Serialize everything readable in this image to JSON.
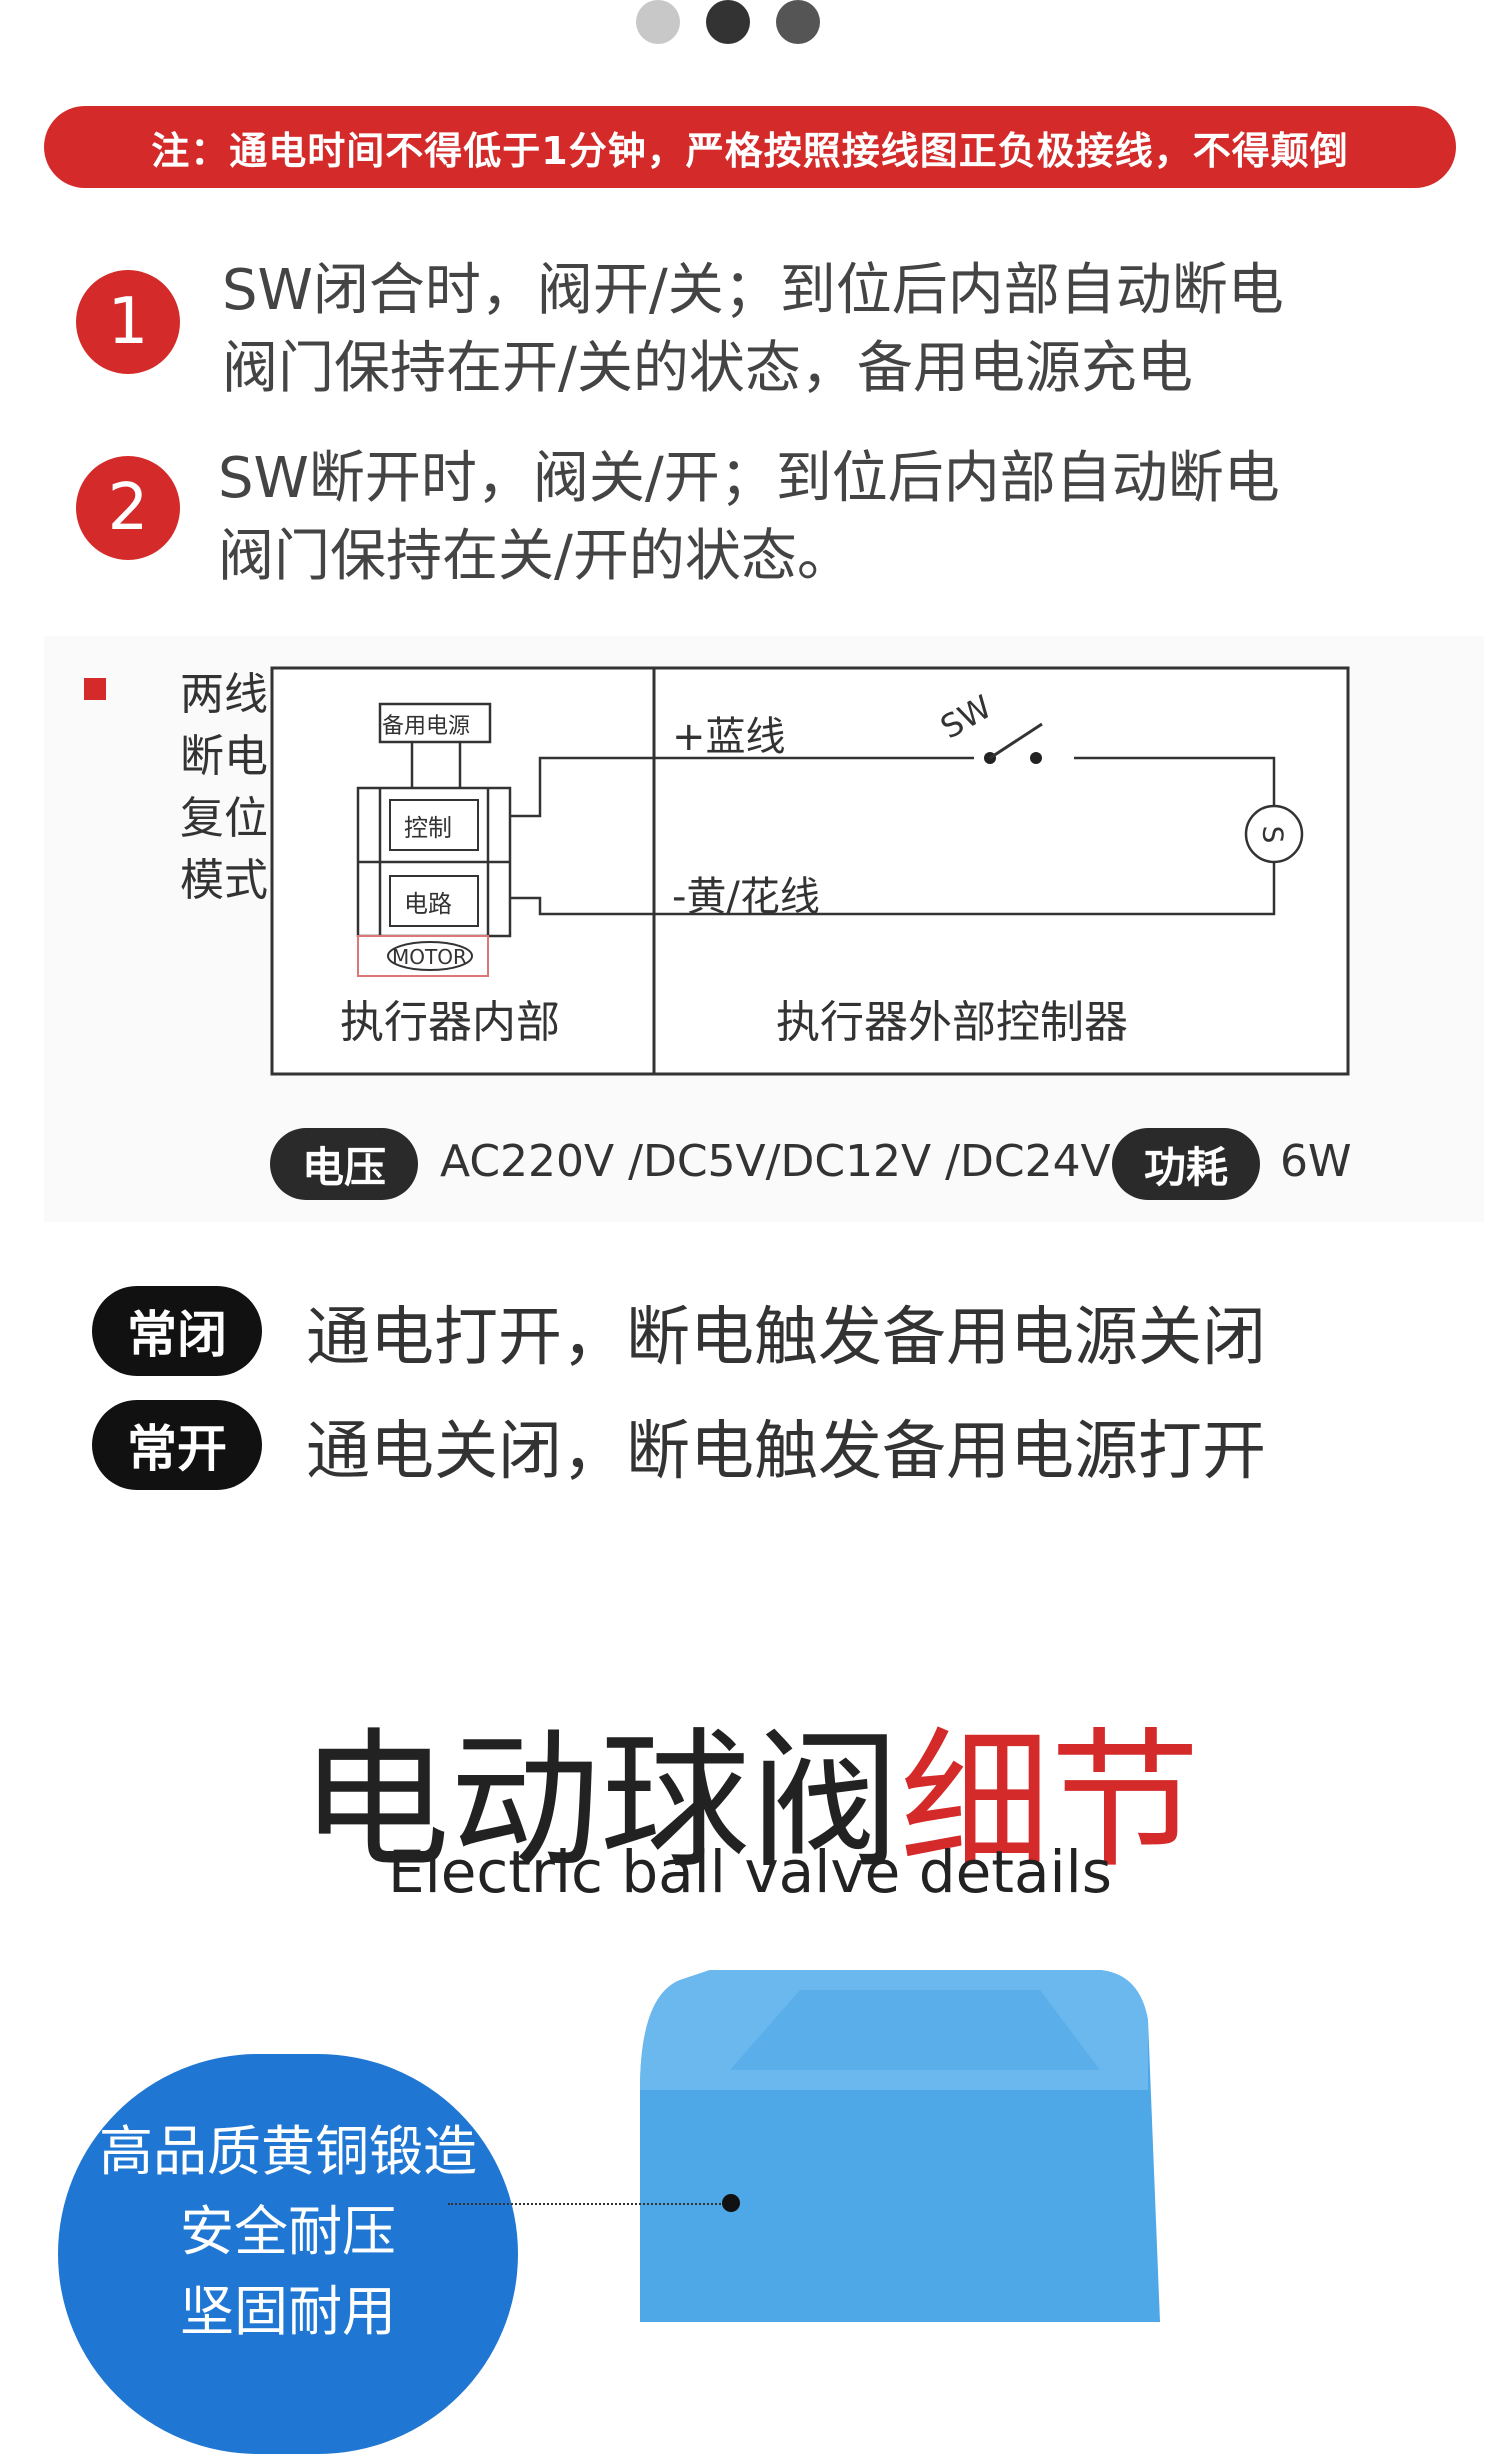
{
  "carousel": {
    "dots": 3,
    "active_index": 1
  },
  "banner": {
    "text": "注：通电时间不得低于1分钟，严格按照接线图正负极接线，不得颠倒"
  },
  "steps": [
    {
      "number": "1",
      "line1": "SW闭合时，阀开/关；到位后内部自动断电",
      "line2": "阀门保持在开/关的状态，备用电源充电"
    },
    {
      "number": "2",
      "line1": "SW断开时，阀关/开；到位后内部自动断电",
      "line2": "阀门保持在关/开的状态。"
    }
  ],
  "diagram": {
    "mode_label": [
      "两线",
      "断电",
      "复位",
      "模式"
    ],
    "backup_power": "备用电源",
    "control_label": "控制",
    "circuit_label": "电路",
    "motor_label": "MOTOR",
    "inner_label": "执行器内部",
    "outer_label": "执行器外部控制器",
    "blue_wire": "+蓝线",
    "yellow_wire": "-黄/花线",
    "switch_label": "SW",
    "source_label": "S"
  },
  "specs": {
    "voltage_label": "电压",
    "voltage_value": "AC220V /DC5V/DC12V /DC24V",
    "power_label": "功耗",
    "power_value": "6W"
  },
  "modes": [
    {
      "badge": "常闭",
      "text": "通电打开，断电触发备用电源关闭"
    },
    {
      "badge": "常开",
      "text": "通电关闭，断电触发备用电源打开"
    }
  ],
  "details": {
    "title_main": "电动球阀",
    "title_accent": "细节",
    "subtitle": "Electric ball valve details",
    "callout": [
      "高品质黄铜锻造",
      "安全耐压",
      "坚固耐用"
    ]
  },
  "colors": {
    "brand_red": "#d42a2a",
    "callout_blue": "#1f77d3",
    "valve_blue": "#4ea8e8",
    "dark": "#2a2a2a"
  }
}
